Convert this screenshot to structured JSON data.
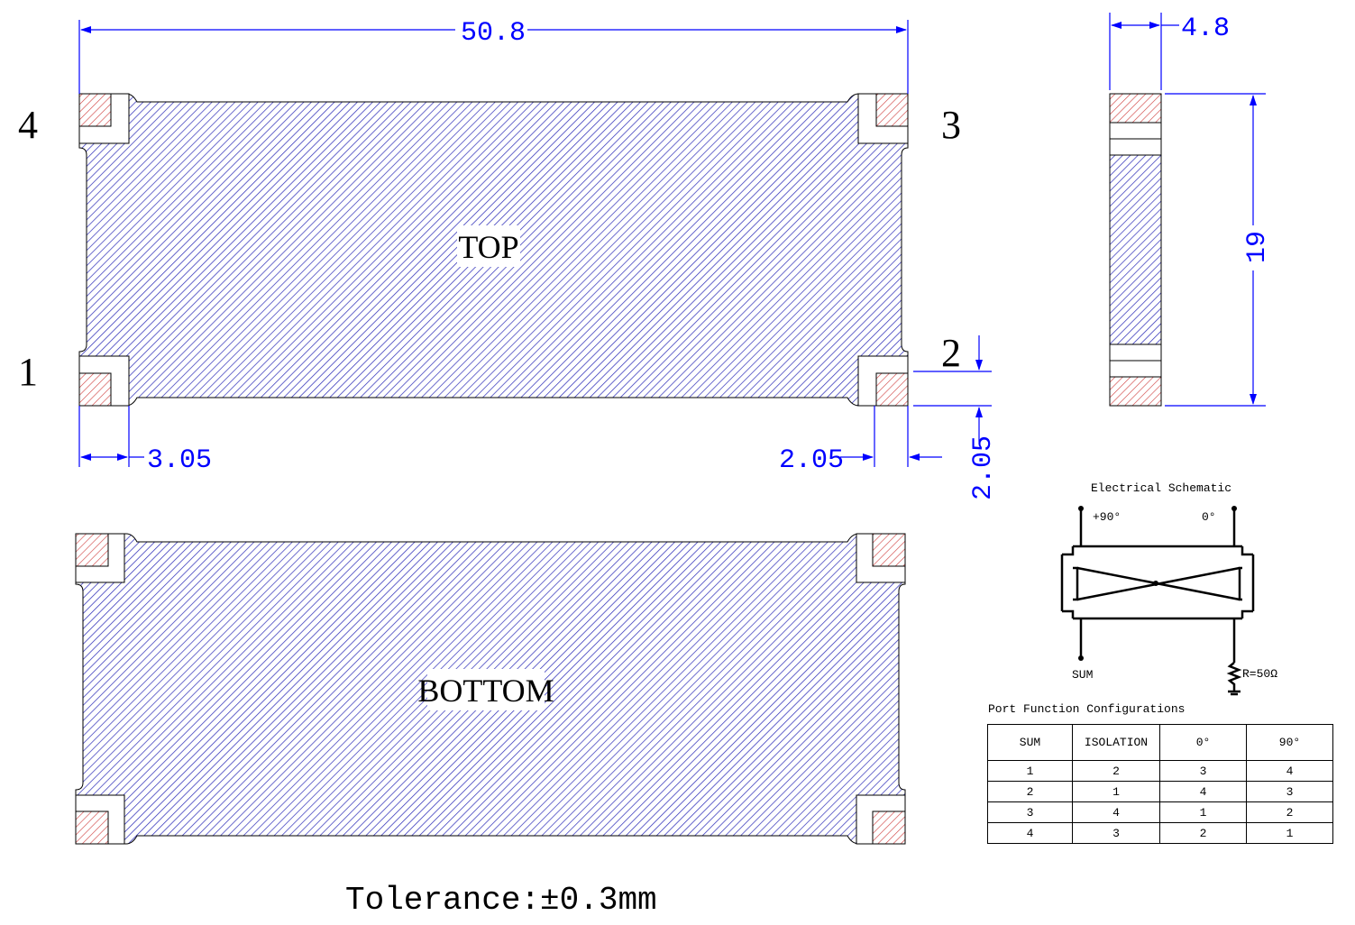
{
  "views": {
    "top_label": "TOP",
    "bottom_label": "BOTTOM"
  },
  "ports": {
    "p1": "1",
    "p2": "2",
    "p3": "3",
    "p4": "4"
  },
  "dimensions": {
    "length": "50.8",
    "thickness": "4.8",
    "width": "19",
    "pad_left": "3.05",
    "pad_right": "2.05",
    "pad_vertical": "2.05"
  },
  "schematic": {
    "title": "Electrical Schematic",
    "label_90": "+90°",
    "label_0": "0°",
    "label_sum": "SUM",
    "label_r": "R=50Ω"
  },
  "port_table": {
    "title": "Port Function Configurations",
    "headers": [
      "SUM",
      "ISOLATION",
      "0°",
      "90°"
    ],
    "rows": [
      [
        "1",
        "2",
        "3",
        "4"
      ],
      [
        "2",
        "1",
        "4",
        "3"
      ],
      [
        "3",
        "4",
        "1",
        "2"
      ],
      [
        "4",
        "3",
        "2",
        "1"
      ]
    ]
  },
  "tolerance": "Tolerance:±0.3mm",
  "colors": {
    "dimension": "#0000ff",
    "body_hatch": "#2a2ab8",
    "pad_hatch": "#d04040"
  }
}
